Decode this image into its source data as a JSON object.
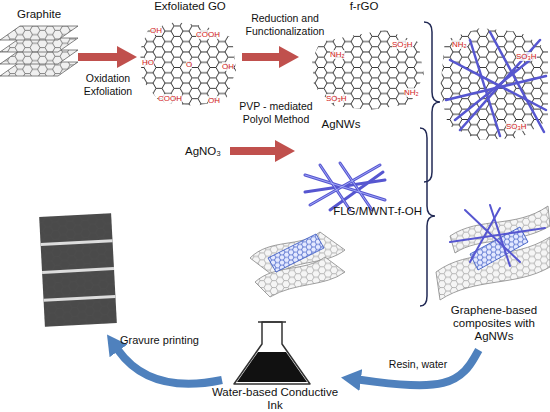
{
  "diagram": {
    "nodes": [
      {
        "text": [
          "Graphite"
        ]
      },
      {
        "text": [
          "Exfoliated GO"
        ]
      },
      {
        "text": [
          "f-rGO"
        ]
      },
      {
        "text": [
          "AgNO₃"
        ]
      },
      {
        "text": [
          "AgNWs"
        ]
      },
      {
        "text": [
          "FLG/MWNT-f-OH"
        ]
      },
      {
        "text": [
          "Graphene-based composites with AgNWs"
        ]
      },
      {
        "text": [
          "Water-based Conductive Ink"
        ]
      }
    ],
    "edges": [
      {
        "from": 0,
        "to": 1,
        "arrow": "to",
        "label": "Oxidation Exfoliation"
      },
      {
        "from": 1,
        "to": 2,
        "arrow": "to",
        "label": "Reduction and Functionalization"
      },
      {
        "from": 3,
        "to": 4,
        "arrow": "to",
        "label": "PVP - mediated Polyol Method"
      },
      {
        "from": 6,
        "to": 7,
        "arrow": "to",
        "label": "Resin, water"
      }
    ],
    "labels": [
      "Gravure printing",
      "OH",
      "COOH",
      "HO",
      "O",
      "OH",
      "COOH",
      "OH",
      "NH₂",
      "SO₃H",
      "NH₂",
      "SO₃H",
      "NH₂",
      "SO₃H",
      "SO₃H"
    ]
  }
}
